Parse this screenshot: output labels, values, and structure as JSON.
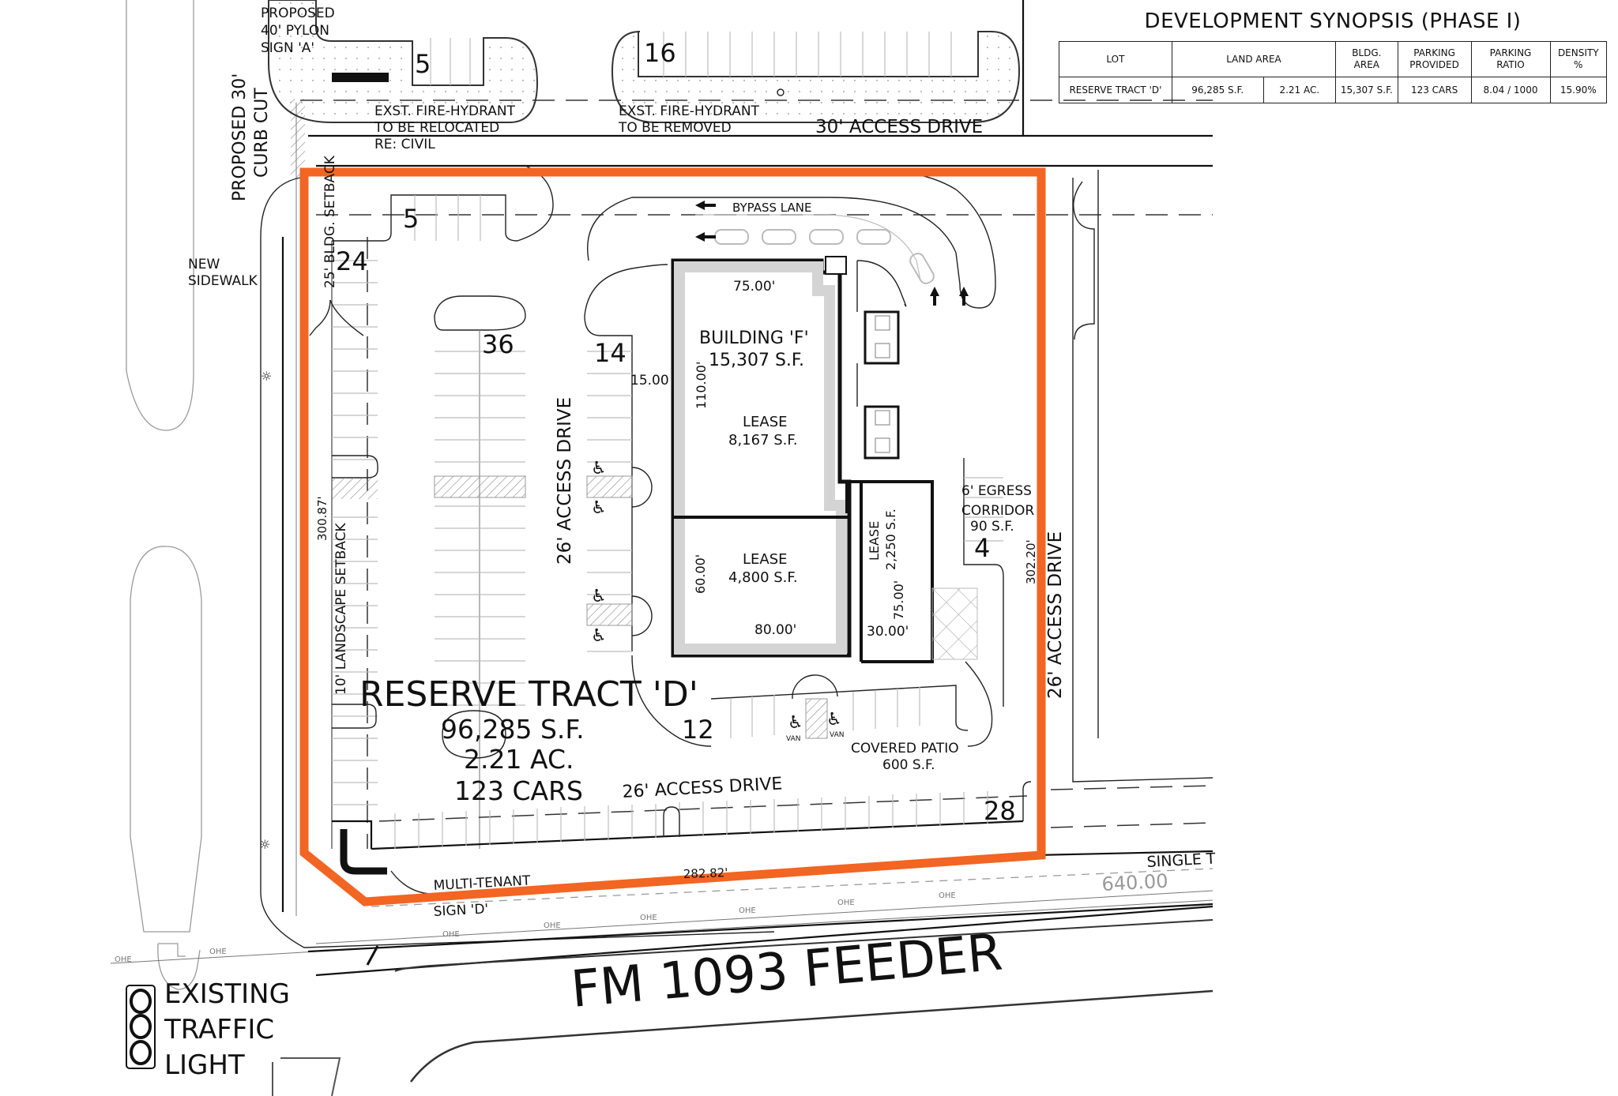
{
  "synopsis": {
    "title": "DEVELOPMENT SYNOPSIS (PHASE I)",
    "headers": {
      "lot": "LOT",
      "land_area": "LAND AREA",
      "bldg_area_1": "BLDG.",
      "bldg_area_2": "AREA",
      "parking_provided_1": "PARKING",
      "parking_provided_2": "PROVIDED",
      "parking_ratio_1": "PARKING",
      "parking_ratio_2": "RATIO",
      "density_1": "DENSITY",
      "density_2": "%"
    },
    "row": {
      "lot": "RESERVE TRACT 'D'",
      "land_area_sf": "96,285 S.F.",
      "land_area_ac": "2.21 AC.",
      "bldg_area": "15,307 S.F.",
      "parking_provided": "123 CARS",
      "parking_ratio": "8.04 / 1000",
      "density": "15.90%"
    }
  },
  "labels": {
    "pylon_1": "PROPOSED",
    "pylon_2": "40' PYLON",
    "pylon_3": "SIGN 'A'",
    "curb_cut_1": "PROPOSED 30'",
    "curb_cut_2": "CURB CUT",
    "hydrant_reloc_1": "EXST. FIRE-HYDRANT",
    "hydrant_reloc_2": "TO BE RELOCATED",
    "hydrant_reloc_3": "RE: CIVIL",
    "hydrant_remove_1": "EXST. FIRE-HYDRANT",
    "hydrant_remove_2": "TO BE REMOVED",
    "access_drive_30": "30' ACCESS DRIVE",
    "bypass_lane": "BYPASS LANE",
    "bldg_setback": "25' BLDG. SETBACK",
    "new_sidewalk_1": "NEW",
    "new_sidewalk_2": "SIDEWALK",
    "landscape_setback": "10' LANDSCAPE SETBACK",
    "dim_left": "300.87'",
    "dim_right": "302.20'",
    "dim_bottom": "282.82'",
    "dim_15": "15.00",
    "access_drive_26_center": "26' ACCESS DRIVE",
    "access_drive_26_bottom": "26' ACCESS DRIVE",
    "access_drive_26_right": "26' ACCESS DRIVE",
    "egress_1": "6' EGRESS",
    "egress_2": "CORRIDOR",
    "egress_3": "90 S.F.",
    "covered_patio_1": "COVERED PATIO",
    "covered_patio_2": "600 S.F.",
    "multi_tenant_1": "MULTI-TENANT",
    "multi_tenant_2": "SIGN 'D'",
    "single_t": "SINGLE T",
    "elevation": "640.00",
    "ohe": "OHE",
    "van": "VAN",
    "traffic_1": "EXISTING",
    "traffic_2": "TRAFFIC",
    "traffic_3": "LIGHT",
    "road_name": "FM 1093 FEEDER"
  },
  "tract": {
    "name": "RESERVE TRACT 'D'",
    "area_sf": "96,285 S.F.",
    "area_ac": "2.21 AC.",
    "cars": "123 CARS",
    "boundary_color": "#f26522"
  },
  "building": {
    "name": "BUILDING 'F'",
    "area": "15,307 S.F.",
    "dim_top": "75.00'",
    "dim_side": "110.00'",
    "lease_a_label": "LEASE",
    "lease_a_area": "8,167 S.F.",
    "lease_b_label": "LEASE",
    "lease_b_area": "4,800 S.F.",
    "lease_b_dim_h": "60.00'",
    "lease_b_dim_w": "80.00'",
    "lease_c_label": "LEASE",
    "lease_c_area": "2,250 S.F.",
    "lease_c_dim_h": "75.00'",
    "lease_c_dim_w": "30.00'"
  },
  "parking_counts": {
    "top_left_row": "5",
    "north_row_a": "5",
    "north_row_b": "16",
    "west_row": "24",
    "center_row": "36",
    "east_row": "14",
    "south_row_small": "12",
    "south_row": "28",
    "egress_row": "4"
  }
}
